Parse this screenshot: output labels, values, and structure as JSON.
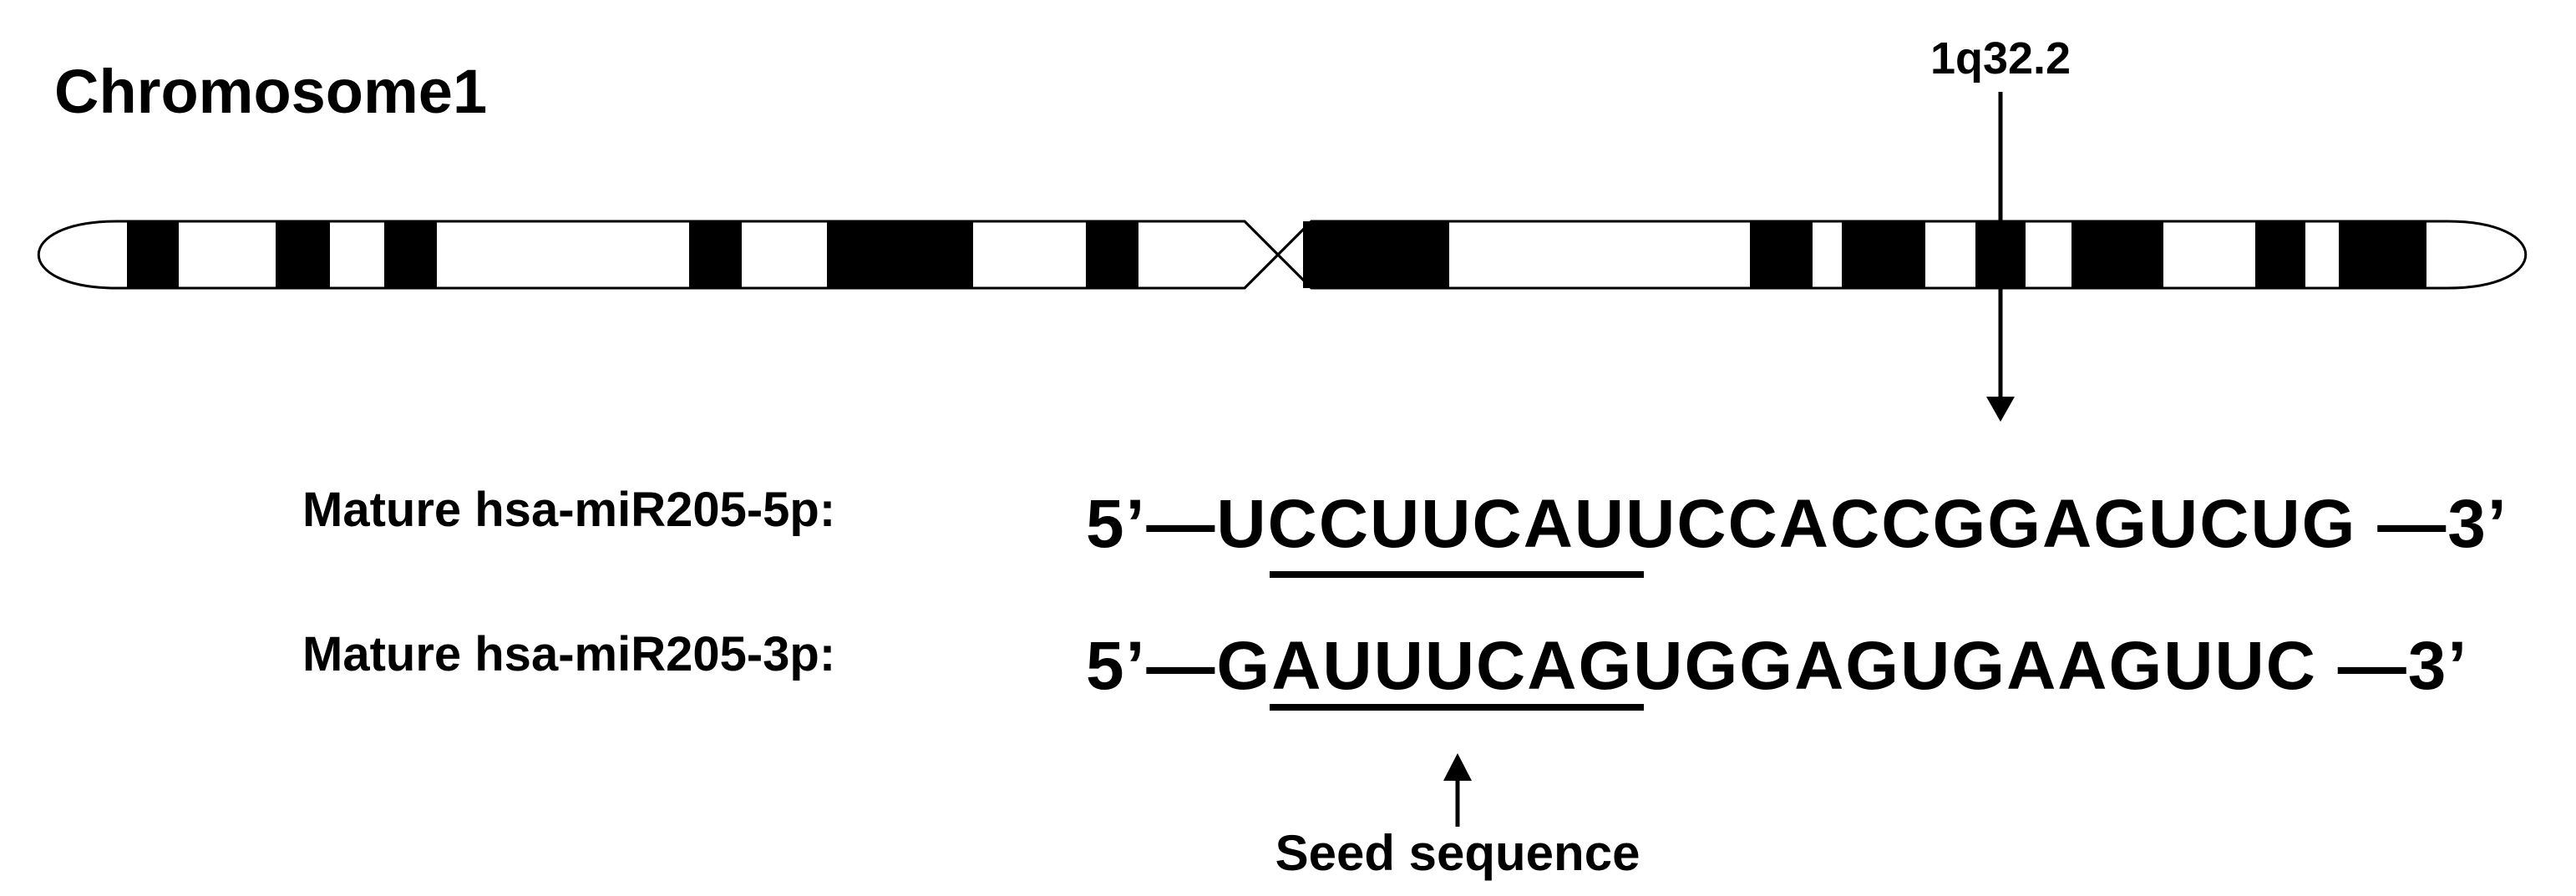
{
  "title": "Chromosome1",
  "locus": "1q32.2",
  "sequences": [
    {
      "label": "Mature hsa-miR205-5p:",
      "prime5": "5’",
      "prime3": "3’",
      "first_nt": "U",
      "seed": "CCUUCAU",
      "rest": "UCCACCGGAGUCUG"
    },
    {
      "label": "Mature hsa-miR205-3p:",
      "prime5": "5’",
      "prime3": "3’",
      "first_nt": "G",
      "seed": "AUUUCAG",
      "rest": "UGGAGUGAAGUUC"
    }
  ],
  "seed_label": "Seed sequence",
  "colors": {
    "ink": "#000000",
    "background": "#ffffff"
  }
}
